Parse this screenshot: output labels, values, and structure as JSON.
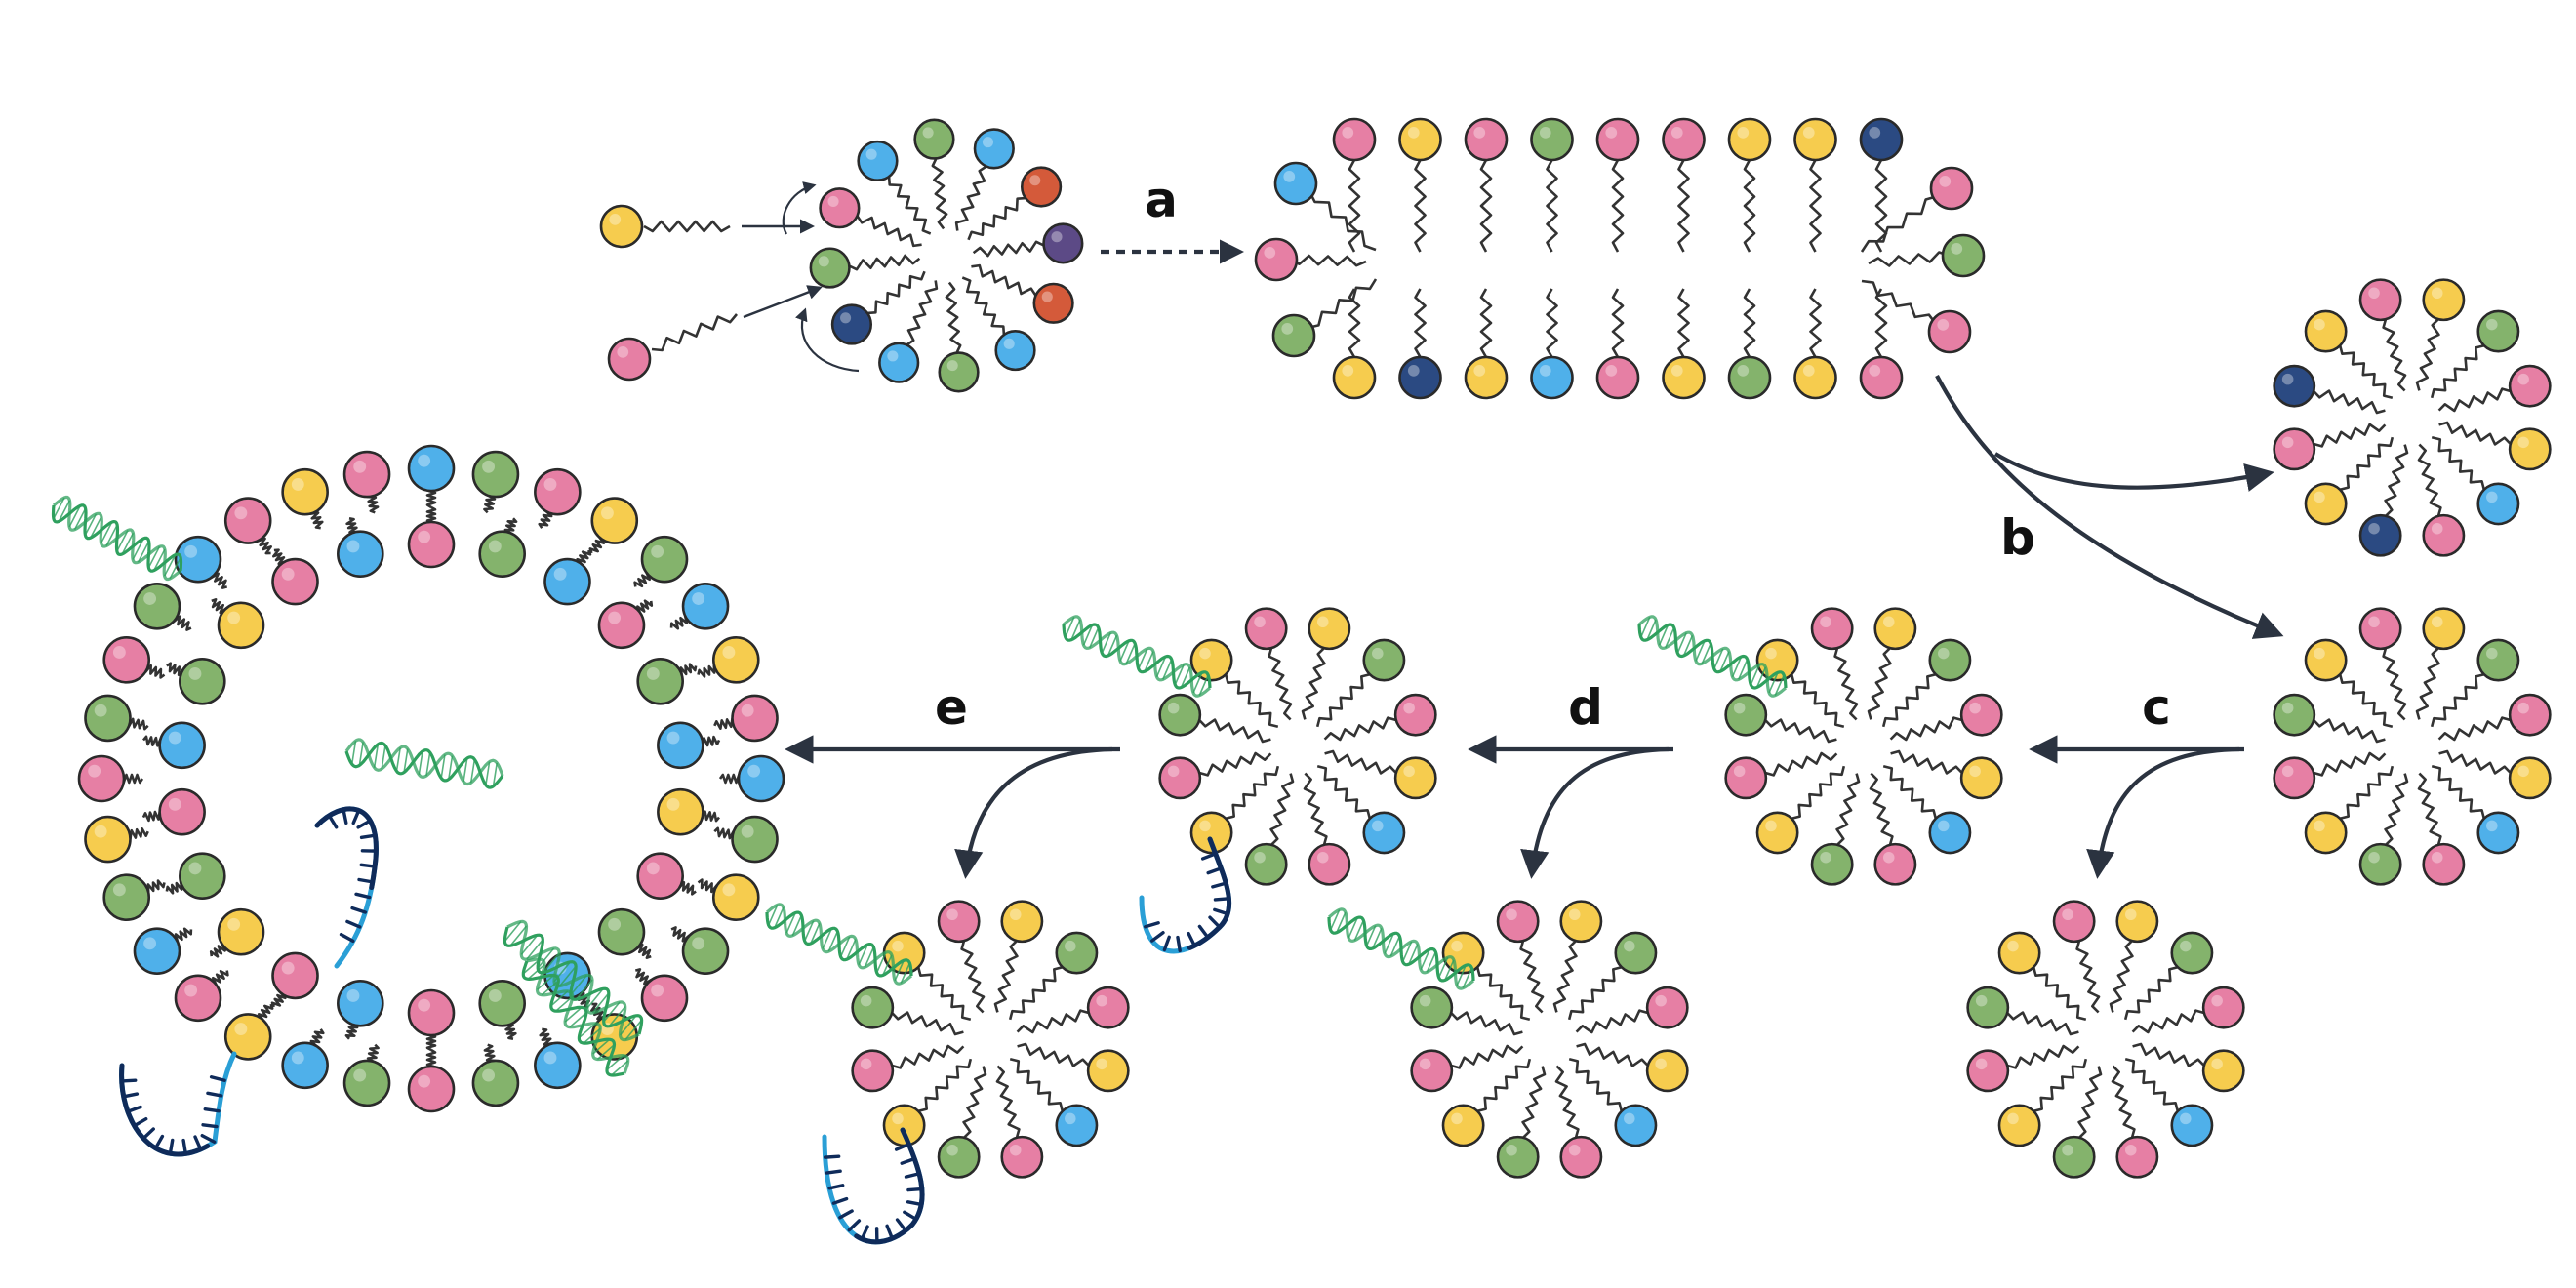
{
  "step_labels": {
    "a": "a",
    "b": "b",
    "c": "c",
    "d": "d",
    "e": "e"
  },
  "colors": {
    "pink": "#e67fa4",
    "yellow": "#f6cc4e",
    "green": "#84b36c",
    "lightblue": "#4fb0ea",
    "navy": "#2b4a82",
    "red": "#d45a3a",
    "purple": "#5c4a86",
    "dna_green": "#2fa05e",
    "rna_dark": "#0f2b5a",
    "rna_blue": "#2a9fd6",
    "arrow": "#2b3340",
    "outline": "#2a2a2a"
  },
  "icons": {
    "lipid": "lipid-head-tail-icon",
    "micelle": "micelle-icon",
    "dna_helix": "dna-helix-icon",
    "rna_strand": "rna-strand-icon",
    "bilayer": "lipid-bilayer-sheet-icon",
    "vesicle": "vesicle-icon"
  }
}
